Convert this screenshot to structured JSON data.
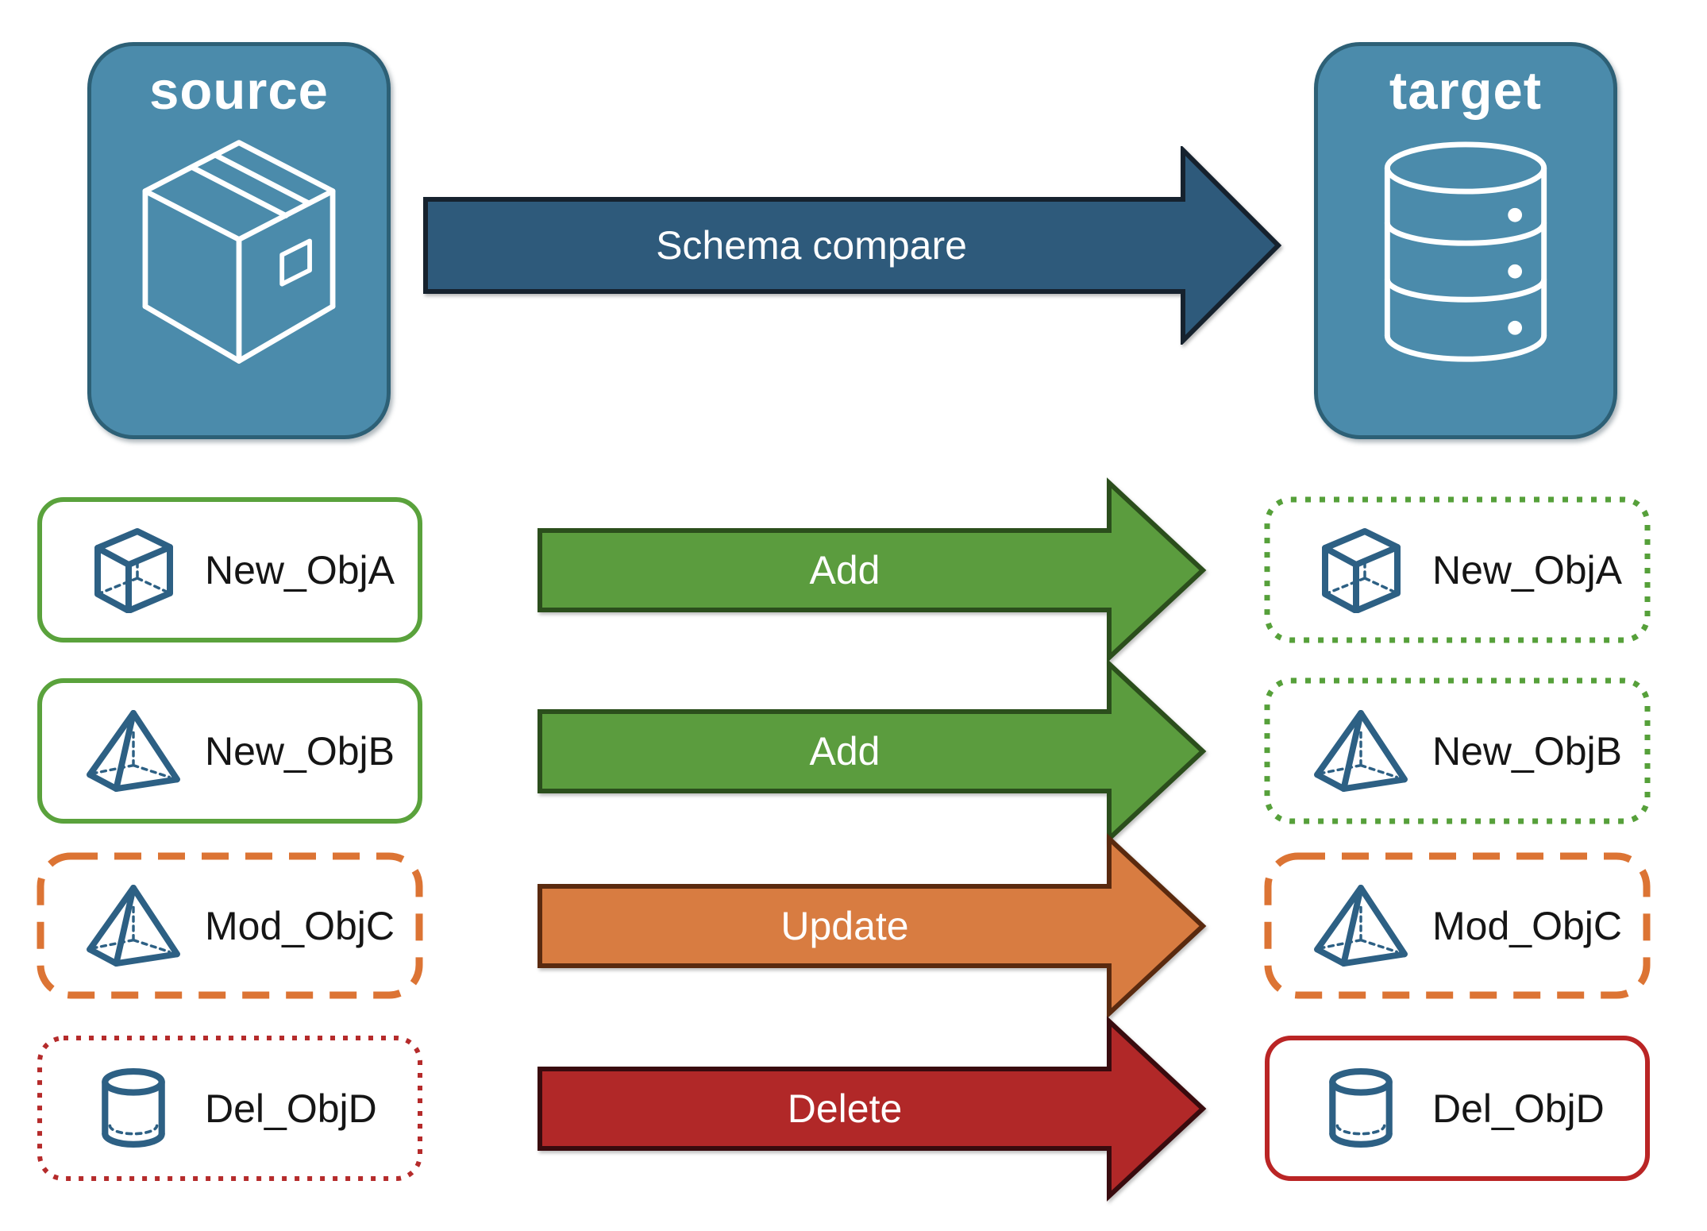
{
  "compare_arrow": {
    "label": "Schema compare",
    "color": "#2e5a7b"
  },
  "panels": {
    "source": {
      "label": "source",
      "icon": "package-icon",
      "fill": "#4b8bab"
    },
    "target": {
      "label": "target",
      "icon": "database-icon",
      "fill": "#4b8bab"
    }
  },
  "rows": [
    {
      "object": "New_ObjA",
      "icon": "cube-icon",
      "action": "Add",
      "arrow_color": "#5b9c3e",
      "source_card_border": "solid green",
      "target_card_border": "dotted green"
    },
    {
      "object": "New_ObjB",
      "icon": "pyramid-icon",
      "action": "Add",
      "arrow_color": "#5b9c3e",
      "source_card_border": "solid green",
      "target_card_border": "dotted green"
    },
    {
      "object": "Mod_ObjC",
      "icon": "pyramid-icon",
      "action": "Update",
      "arrow_color": "#d87c41",
      "source_card_border": "dashed orange",
      "target_card_border": "dashed orange"
    },
    {
      "object": "Del_ObjD",
      "icon": "cylinder-icon",
      "action": "Delete",
      "arrow_color": "#b12828",
      "source_card_border": "dotted red",
      "target_card_border": "solid red"
    }
  ],
  "colors": {
    "panel_blue": "#4b8bab",
    "panel_border": "#2d6076",
    "compare_arrow_blue": "#2e5a7b",
    "add_green": "#5b9c3e",
    "update_orange": "#d87c41",
    "delete_red": "#b12828",
    "object_icon_blue": "#2d6084",
    "card_green": "#5aa23c",
    "card_orange": "#dc7434",
    "card_red": "#b52b2b",
    "label_text": "#151515"
  }
}
